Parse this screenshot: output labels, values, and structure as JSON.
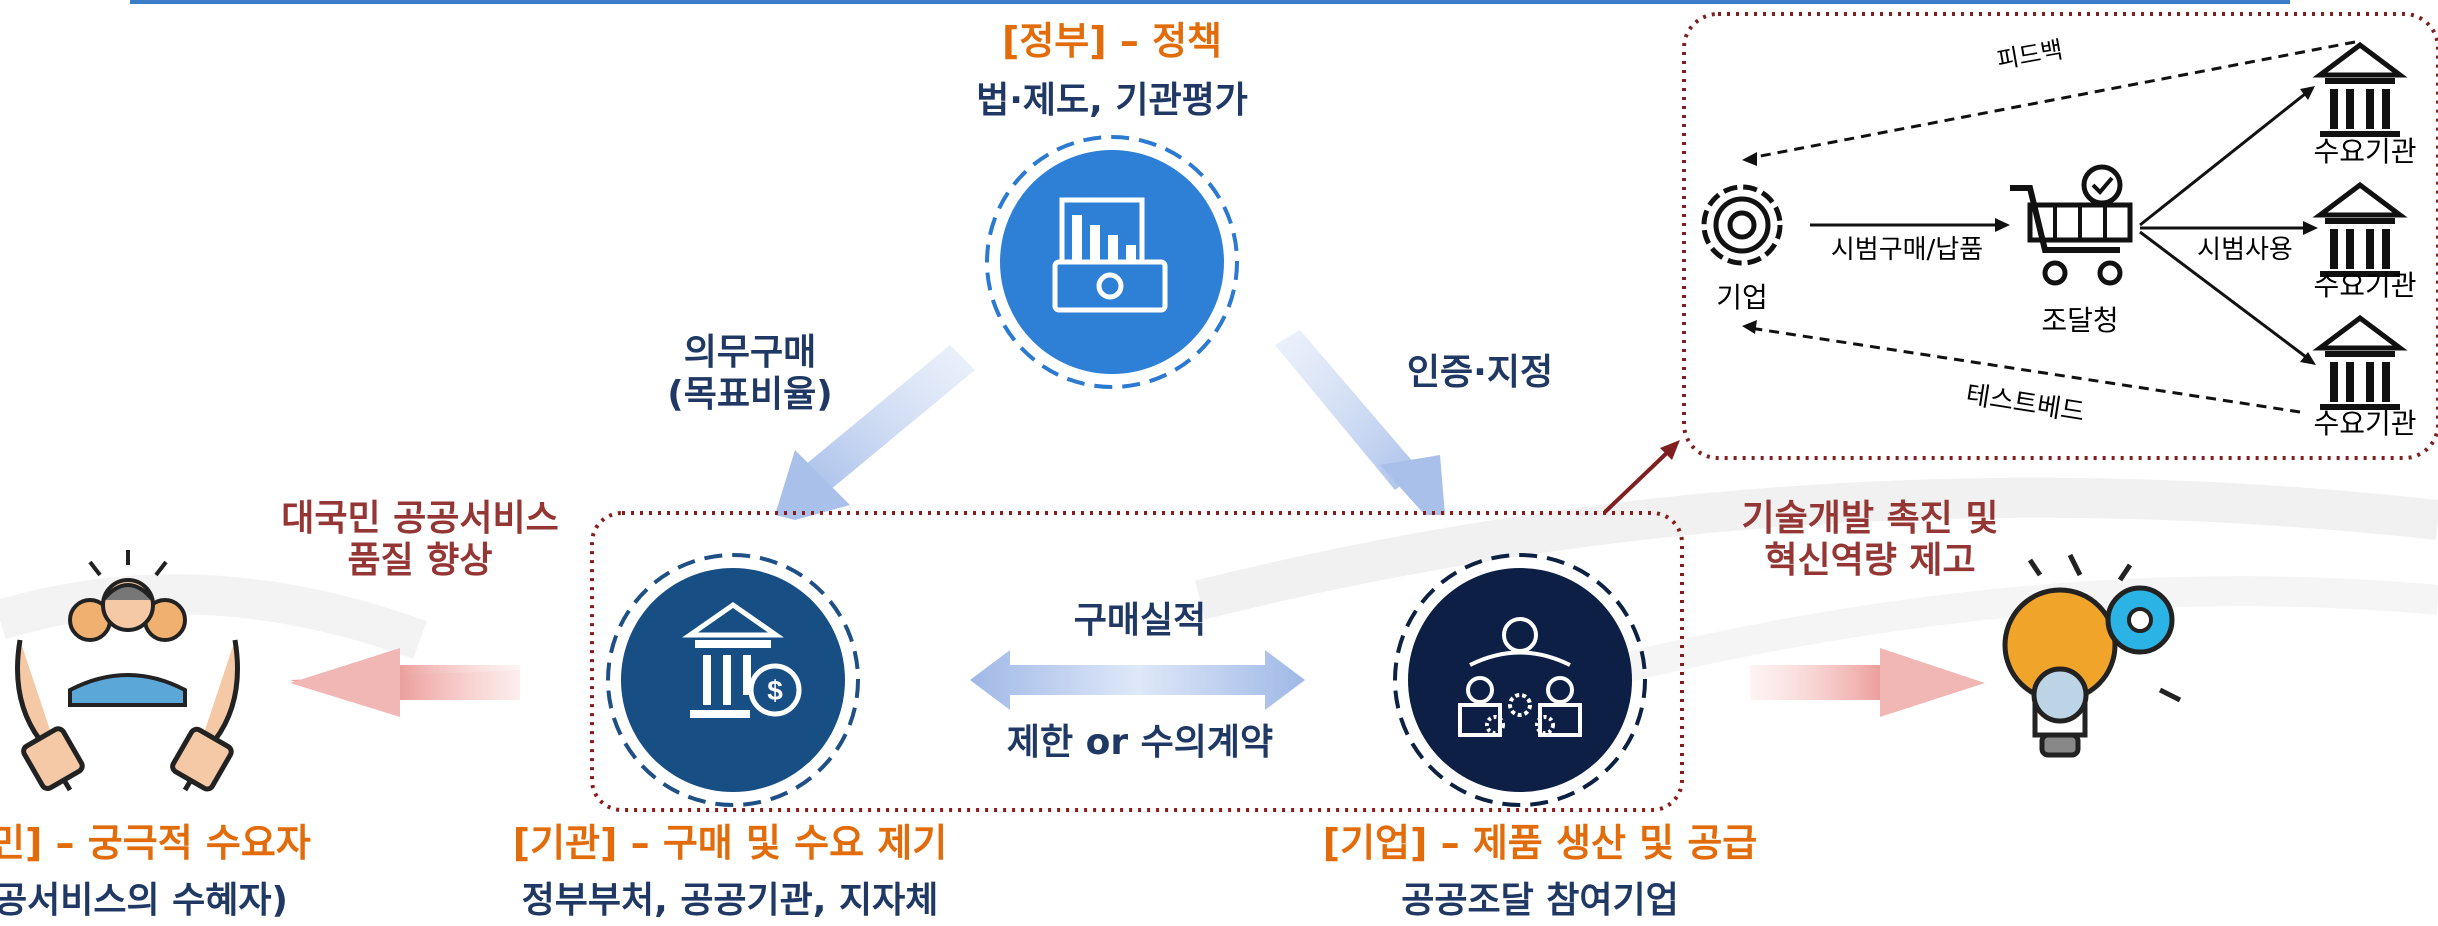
{
  "government": {
    "title": "[정부] – 정책",
    "subtitle": "법·제도, 기관평가"
  },
  "arrow_left_label": [
    "의무구매",
    "(목표비율)"
  ],
  "arrow_right_label": "인증·지정",
  "citizen": {
    "title": "민] – 궁극적 수요자",
    "subtitle": "공서비스의 수혜자)",
    "benefit": [
      "대국민 공공서비스",
      "품질 향상"
    ]
  },
  "agency": {
    "title": "[기관] – 구매 및 수요 제기",
    "subtitle": "정부부처, 공공기관, 지자체"
  },
  "company": {
    "title": "[기업] – 제품 생산 및 공급",
    "subtitle": "공공조달 참여기업",
    "benefit": [
      "기술개발 촉진 및",
      "혁신역량 제고"
    ]
  },
  "exchange": {
    "top": "구매실적",
    "bottom": "제한 or 수의계약"
  },
  "inset": {
    "company": "기업",
    "procurement": "조달청",
    "demand_orgs": [
      "수요기관",
      "수요기관",
      "수요기관"
    ],
    "feedback": "피드백",
    "pilot_purchase": "시범구매/납품",
    "pilot_use": "시범사용",
    "testbed": "테스트베드"
  },
  "colors": {
    "orange": "#e26b0a",
    "navy": "#1f3864",
    "dark_red": "#943634",
    "light_blue": "#b4c7e7",
    "pink": "#f4b6b4"
  }
}
